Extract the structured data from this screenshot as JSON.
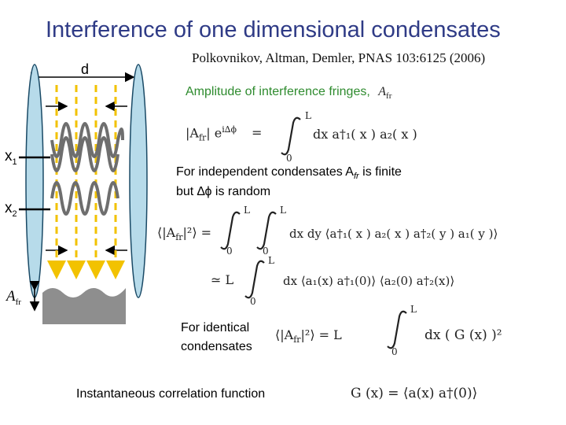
{
  "slide": {
    "title": "Interference of one dimensional condensates",
    "citation": "Polkovnikov, Altman, Demler,  PNAS 103:6125 (2006)",
    "amplitude_heading": "Amplitude of interference fringes,",
    "independent_line1": "For independent condensates A",
    "independent_sub": "fr",
    "independent_line1_end": " is finite",
    "independent_line2": "but ∆ϕ is random",
    "identical_line1": "For identical",
    "identical_line2": "condensates",
    "correlation_label": "Instantaneous correlation function"
  },
  "diagram": {
    "d_label": "d",
    "x1_label": "x",
    "x1_sub": "1",
    "x2_label": "x",
    "x2_sub": "2",
    "afr_label": "A",
    "afr_sub": "fr",
    "colors": {
      "title": "#2f3b86",
      "green_text": "#2e8b2e",
      "condensate_fill": "#b7dbea",
      "condensate_stroke": "#1a4a66",
      "beam": "#f2c200",
      "wave": "#6e6e6e",
      "profile": "#8e8e8e"
    }
  },
  "equations": {
    "eq1_lhs": "|A",
    "eq1_sub": "fr",
    "eq1_phase": "| e",
    "eq1_exp": "i∆ϕ",
    "eq1_eq": "=",
    "eq1_upper": "L",
    "eq1_lower": "0",
    "eq1_body": "dx a†₁( x ) a₂( x )",
    "eq2_lhs": "⟨|A",
    "eq2_sub": "fr",
    "eq2_lhs_end": "|²⟩ =",
    "eq2_upper": "L",
    "eq2_lower": "0",
    "eq2_body": "dx dy ⟨a†₁( x ) a₂( x ) a†₂( y ) a₁( y )⟩",
    "eq3_lhs": "≃ L",
    "eq3_upper": "L",
    "eq3_lower": "0",
    "eq3_body": "dx ⟨a₁(x) a†₁(0)⟩ ⟨a₂(0) a†₂(x)⟩",
    "eq4_lhs": "⟨|A",
    "eq4_sub": "fr",
    "eq4_lhs_end": "|²⟩ = L",
    "eq4_upper": "L",
    "eq4_lower": "0",
    "eq4_body": "dx ( G (x) )²",
    "eq5": "G (x) = ⟨a(x) a†(0)⟩"
  }
}
